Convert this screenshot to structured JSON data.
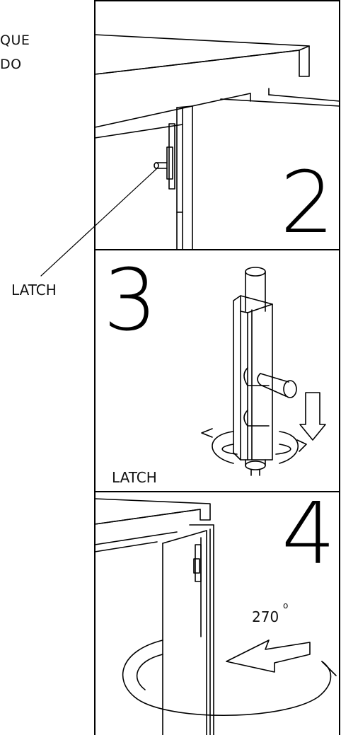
{
  "labels": {
    "cut_line_1": "QUE",
    "cut_line_2": "DO",
    "latch_callout": "LATCH",
    "latch_panel3": "LATCH",
    "angle_value": "270",
    "angle_unit": "o"
  },
  "steps": [
    "2",
    "3",
    "4"
  ],
  "colors": {
    "line": "#000000",
    "background": "#ffffff"
  },
  "icons": {
    "rotate_arrow": "circular-arrow",
    "down_arrow": "arrow-down",
    "latch_part": "slide-bolt-latch"
  }
}
